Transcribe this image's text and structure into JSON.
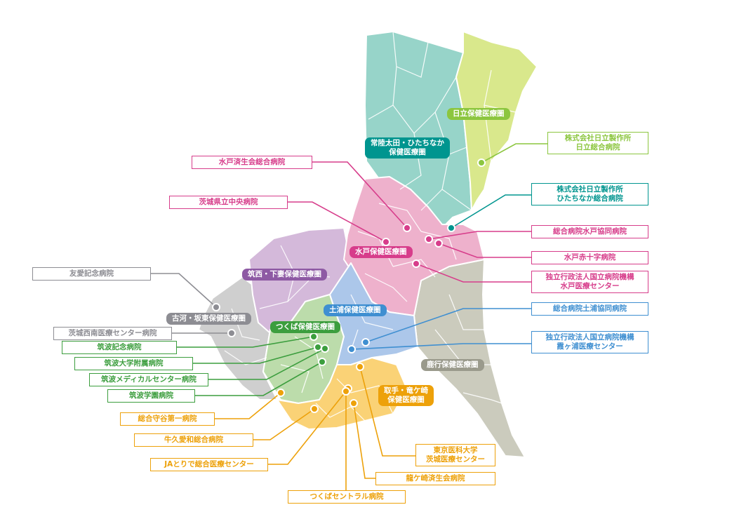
{
  "colors": {
    "hitachi": "#8cc63f",
    "hitachiFill": "#d9e88c",
    "hitachiota": "#00958f",
    "hitachiotaFill": "#97d4c9",
    "mito": "#d73d8b",
    "mitoFill": "#eeb1cc",
    "chikusei": "#8e5aa4",
    "chikuseiFill": "#d4b9da",
    "koga": "#8d8d93",
    "kogaFill": "#cfcfcf",
    "tsukuba": "#3c9e3e",
    "tsukubaFill": "#bcdcab",
    "tsuchiura": "#3f8fd1",
    "tsuchiuraFill": "#acc7ea",
    "rokko": "#9a9a8c",
    "rokkoFill": "#cbcbbd",
    "toride": "#eda10a",
    "torideFill": "#fad276"
  },
  "regions": {
    "hitachi": "日立保健医療圏",
    "hitachiota": "常陸太田・ひたちなか\n保健医療圏",
    "mito": "水戸保健医療圏",
    "chikusei": "筑西・下妻保健医療圏",
    "koga": "古河・坂東保健医療圏",
    "tsukuba": "つくば保健医療圏",
    "tsuchiura": "土浦保健医療圏",
    "rokko": "鹿行保健医療圏",
    "toride": "取手・竜ケ崎\n保健医療圏"
  },
  "hospitals": {
    "hitachi_sogo": "株式会社日立製作所\n日立総合病院",
    "hitachinaka": "株式会社日立製作所\nひたちなか総合病院",
    "mito_kyodo": "総合病院水戸協同病院",
    "mito_sekijuji": "水戸赤十字病院",
    "mito_iryo": "独立行政法人国立病院機構\n水戸医療センター",
    "tsuchiura_kyodo": "総合病院土浦協同病院",
    "kasumigaura": "独立行政法人国立病院機構\n霞ヶ浦医療センター",
    "mito_saisei": "水戸済生会総合病院",
    "kenritsu_chuo": "茨城県立中央病院",
    "yuai": "友愛記念病院",
    "seinan": "茨城西南医療センター病院",
    "tsukuba_kinen": "筑波記念病院",
    "tsukuba_dai": "筑波大学附属病院",
    "tsukuba_medical": "筑波メディカルセンター病院",
    "tsukuba_gakuen": "筑波学園病院",
    "moriya": "総合守谷第一病院",
    "ushiku": "牛久愛和総合病院",
    "ja_toride": "JAとりで総合医療センター",
    "tokyo_ika": "東京医科大学\n茨城医療センター",
    "ryugasaki": "龍ケ崎済生会病院",
    "tsukuba_central": "つくばセントラル病院"
  }
}
